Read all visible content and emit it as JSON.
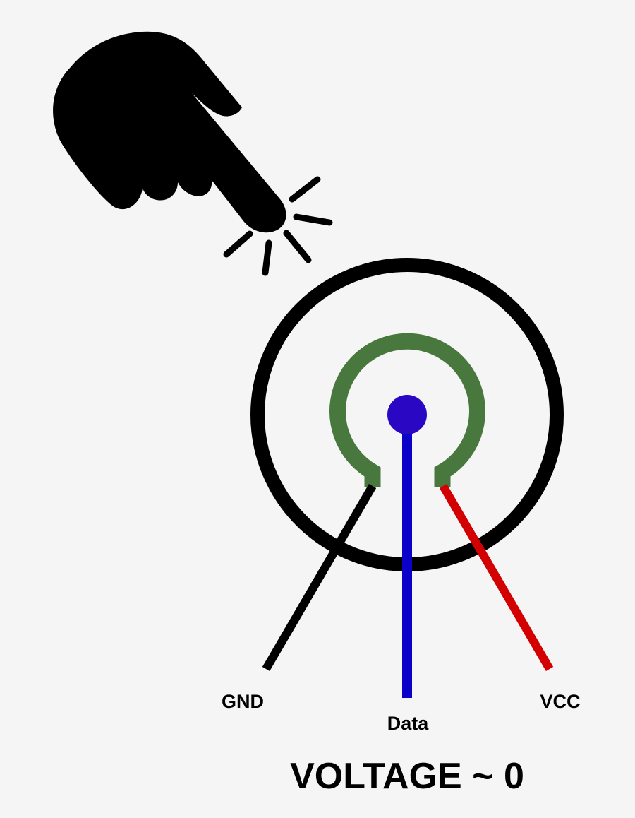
{
  "labels": {
    "gnd": "GND",
    "data": "Data",
    "vcc": "VCC",
    "voltage": "VOLTAGE ~ 0"
  },
  "icons": {
    "hand": "pointing-hand-icon",
    "touch": "touch-burst-icon"
  },
  "colors": {
    "background": "#f5f5f5",
    "outer_ring": "#000000",
    "inner_ring": "#48783e",
    "data_dot": "#2a07c2",
    "data_wire": "#0a00c8",
    "gnd_wire": "#000000",
    "vcc_wire": "#d20000",
    "hand": "#000000"
  }
}
